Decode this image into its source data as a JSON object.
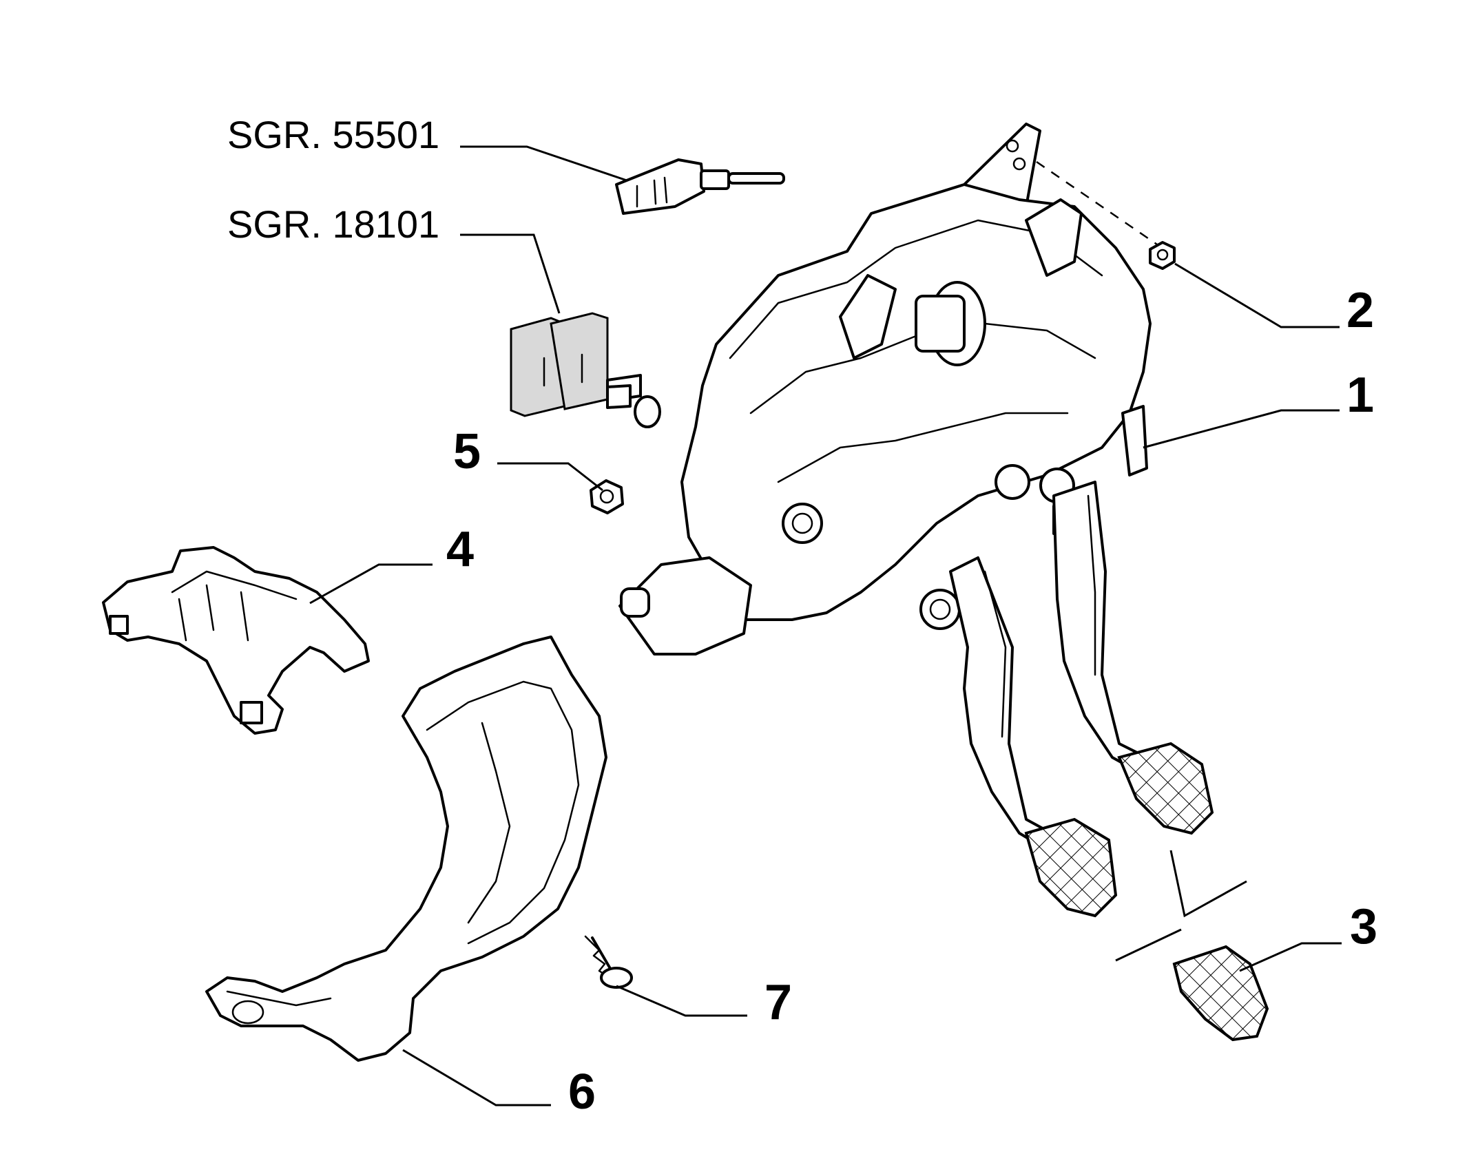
{
  "references": {
    "switch_upper": "SGR. 55501",
    "switch_lower": "SGR. 18101"
  },
  "callouts": {
    "c1": "1",
    "c2": "2",
    "c3": "3",
    "c4": "4",
    "c5": "5",
    "c6": "6",
    "c7": "7"
  },
  "colors": {
    "line": "#000000",
    "background": "#ffffff",
    "shade": "#d9d9d9"
  }
}
